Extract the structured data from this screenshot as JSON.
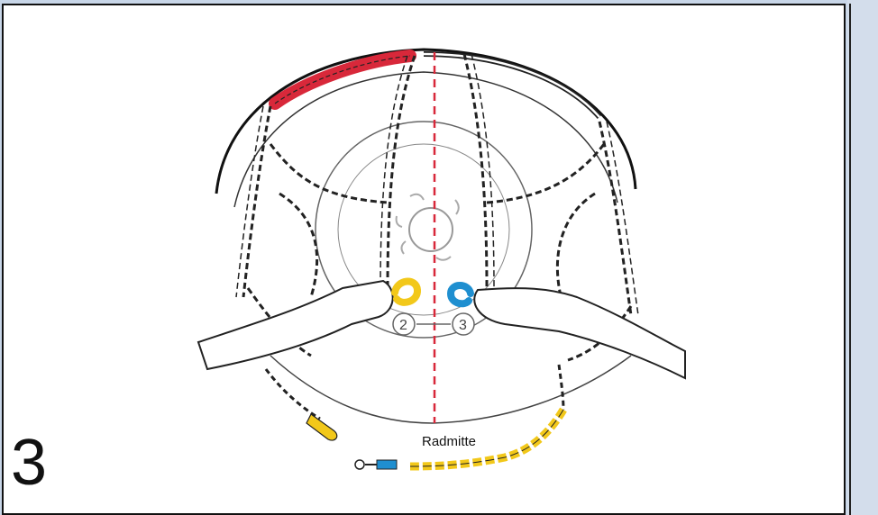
{
  "step": {
    "number": "3"
  },
  "illustration": {
    "labels": {
      "center": "Radmitte",
      "marker_left": "2",
      "marker_right": "3"
    },
    "colors": {
      "red_segment": "#d8283a",
      "yellow_hook": "#f2c81a",
      "blue_hook": "#1f8fd0",
      "center_line": "#d8283a",
      "chain": "#222222"
    }
  }
}
